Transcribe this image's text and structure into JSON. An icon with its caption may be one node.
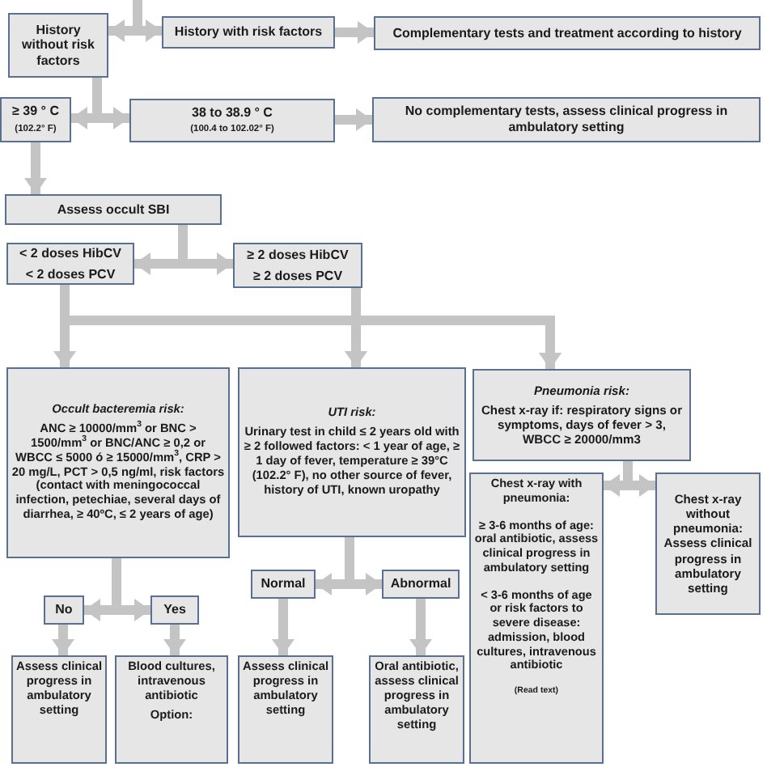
{
  "diagram": {
    "nodes": [
      {
        "text": [
          "History without risk factors"
        ]
      },
      {
        "text": [
          "History with risk factors"
        ]
      },
      {
        "text": [
          "Complementary tests and treatment according to history"
        ]
      },
      {
        "text": [
          "≥ 39 ° C",
          "(102.2° F)"
        ]
      },
      {
        "text": [
          "38 to 38.9 ° C",
          "(100.4 to 102.02° F)"
        ]
      },
      {
        "text": [
          "No complementary tests, assess clinical progress in ambulatory setting"
        ]
      },
      {
        "text": [
          "Assess occult SBI"
        ]
      },
      {
        "text": [
          "< 2 doses HibCV",
          "< 2 doses PCV"
        ]
      },
      {
        "text": [
          "≥ 2 doses HibCV",
          "≥ 2 doses PCV"
        ]
      },
      {
        "text": [
          "Occult bacteremia risk:",
          "ANC ≥ 10000/mm$^{3}$ or BNC > 1500/mm$^{3}$ or BNC/ANC ≥ 0,2 or WBCC ≤ 5000 ó ≥ 15000/mm$^{3}$, CRP > 20 mg/L, PCT > 0,5 ng/ml, risk factors (contact with meningococcal infection, petechiae, several days of diarrhea, ≥ 40ºC, ≤ 2 years of age)"
        ]
      },
      {
        "text": [
          "UTI risk:",
          "Urinary test in child ≤ 2 years old with ≥ 2 followed factors: < 1 year of age, ≥ 1 day of fever, temperature ≥ 39°C (102.2° F), no other source of fever, history of UTI, known uropathy"
        ]
      },
      {
        "text": [
          "Pneumonia risk:",
          "Chest x-ray if: respiratory signs or symptoms, days of fever > 3, WBCC ≥ 20000/mm3"
        ]
      },
      {
        "text": [
          "No"
        ]
      },
      {
        "text": [
          "Yes"
        ]
      },
      {
        "text": [
          "Normal"
        ]
      },
      {
        "text": [
          "Abnormal"
        ]
      },
      {
        "text": [
          "Chest x-ray with pneumonia:",
          "≥ 3-6 months of age: oral antibiotic, assess clinical progress in ambulatory setting",
          "< 3-6 months of age or risk factors to severe disease: admission, blood cultures, intravenous antibiotic",
          "(Read text)"
        ]
      },
      {
        "text": [
          "Chest x-ray without pneumonia: Assess clinical progress in ambulatory setting"
        ]
      },
      {
        "text": [
          "Assess clinical progress in ambulatory setting"
        ]
      },
      {
        "text": [
          "Blood cultures, intravenous antibiotic",
          "Option:"
        ]
      },
      {
        "text": [
          "Assess clinical progress in ambulatory setting"
        ]
      },
      {
        "text": [
          "Oral antibiotic, assess clinical progress in ambulatory setting"
        ]
      }
    ],
    "edges": [
      {
        "from": null,
        "to": 0,
        "arrow": "to"
      },
      {
        "from": null,
        "to": 1,
        "arrow": "to"
      },
      {
        "from": 1,
        "to": 2,
        "arrow": "to"
      },
      {
        "from": 0,
        "to": 3,
        "arrow": "to"
      },
      {
        "from": 0,
        "to": 4,
        "arrow": "to"
      },
      {
        "from": 4,
        "to": 5,
        "arrow": "to"
      },
      {
        "from": 3,
        "to": 6,
        "arrow": "to"
      },
      {
        "from": 6,
        "to": 7,
        "arrow": "to"
      },
      {
        "from": 6,
        "to": 8,
        "arrow": "to"
      },
      {
        "from": 7,
        "to": 9,
        "arrow": "to"
      },
      {
        "from": 7,
        "to": 10,
        "arrow": "to"
      },
      {
        "from": 7,
        "to": 11,
        "arrow": "to"
      },
      {
        "from": 8,
        "to": 10,
        "arrow": "to"
      },
      {
        "from": 8,
        "to": 11,
        "arrow": "to"
      },
      {
        "from": 9,
        "to": 12,
        "arrow": "to"
      },
      {
        "from": 9,
        "to": 13,
        "arrow": "to"
      },
      {
        "from": 12,
        "to": 18,
        "arrow": "to"
      },
      {
        "from": 13,
        "to": 19,
        "arrow": "to"
      },
      {
        "from": 10,
        "to": 14,
        "arrow": "to"
      },
      {
        "from": 10,
        "to": 15,
        "arrow": "to"
      },
      {
        "from": 14,
        "to": 20,
        "arrow": "to"
      },
      {
        "from": 15,
        "to": 21,
        "arrow": "to"
      },
      {
        "from": 11,
        "to": 16,
        "arrow": "to"
      },
      {
        "from": 11,
        "to": 17,
        "arrow": "to"
      }
    ]
  }
}
